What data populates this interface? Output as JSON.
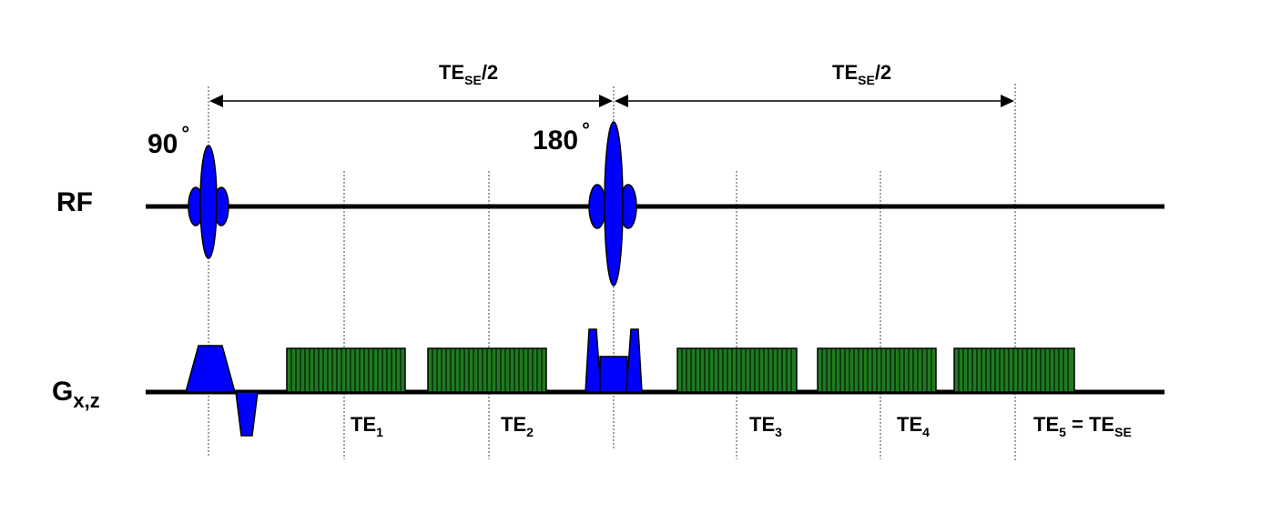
{
  "colors": {
    "rf_pulse": "#0000ff",
    "gradient": "#0000ff",
    "readout": "#1f7a1f",
    "line": "#000000"
  },
  "labels": {
    "rf": "RF",
    "g_main": "G",
    "g_sub": "x,z",
    "flip_90": "90",
    "flip_180": "180",
    "degree": "°"
  },
  "intervals": [
    {
      "main": "TE",
      "sub": "SE",
      "suffix": "/2"
    },
    {
      "main": "TE",
      "sub": "SE",
      "suffix": "/2"
    }
  ],
  "echo_times": [
    {
      "main": "TE",
      "sub": "1",
      "rest": "",
      "rest_sub": ""
    },
    {
      "main": "TE",
      "sub": "2",
      "rest": "",
      "rest_sub": ""
    },
    {
      "main": "TE",
      "sub": "3",
      "rest": "",
      "rest_sub": ""
    },
    {
      "main": "TE",
      "sub": "4",
      "rest": "",
      "rest_sub": ""
    },
    {
      "main": "TE",
      "sub": "5",
      "rest": " = TE",
      "rest_sub": "SE"
    }
  ],
  "icons": {
    "rf_pulse": "sinc-pulse-ellipses",
    "readout": "striped-green-block",
    "arrow": "double-headed-arrow"
  }
}
